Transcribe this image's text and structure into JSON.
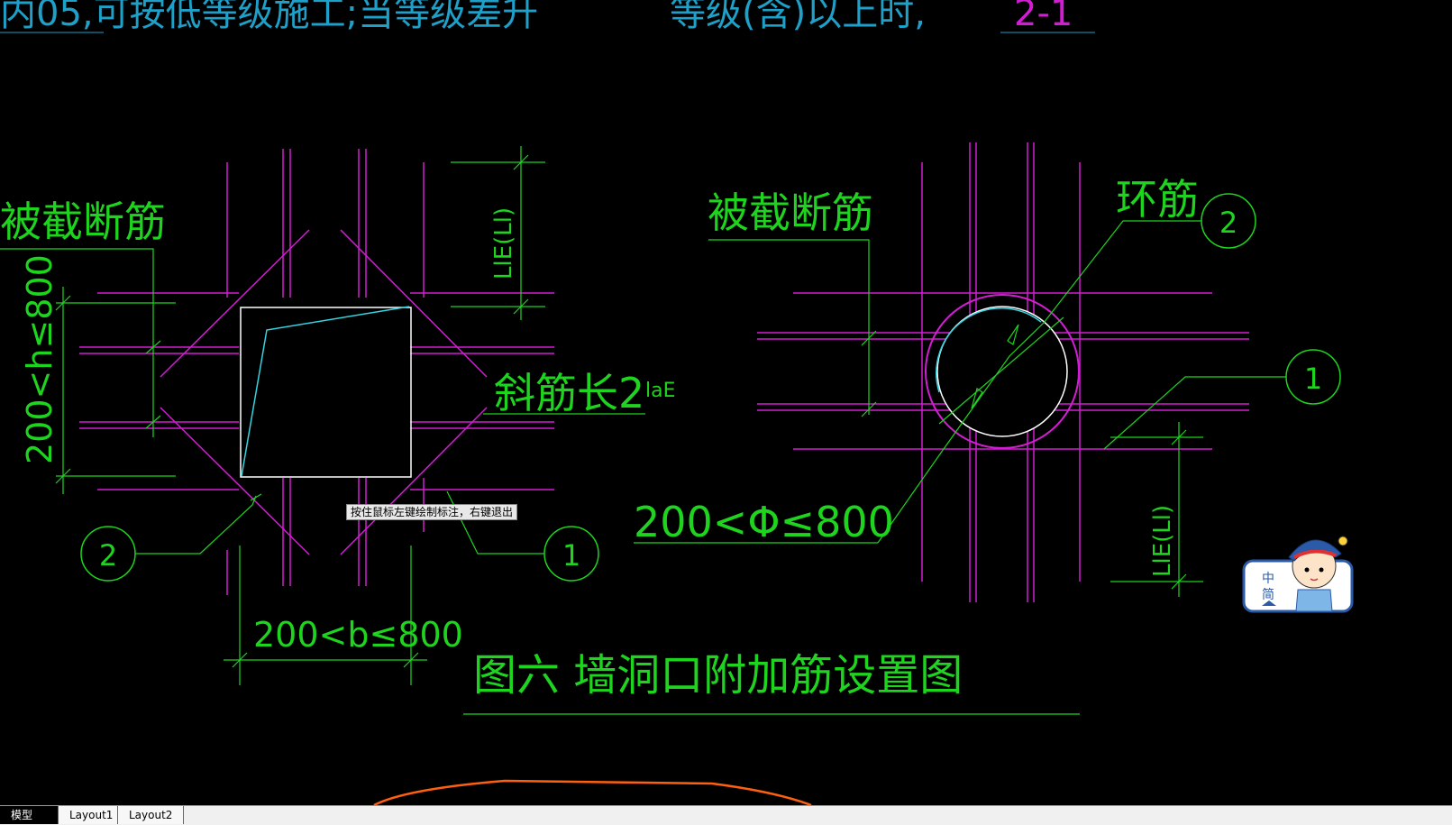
{
  "top_line": {
    "text1": "内05,可按低等级施工;当等级差升",
    "text2": "等级(含)以上时,",
    "text3": "2-1"
  },
  "labels": {
    "cut_bar_left": "被截断筋",
    "cut_bar_right": "被截断筋",
    "ring_bar": "环筋",
    "diagonal_length": "斜筋长2",
    "lae": "laE",
    "lle_top": "LlE(Ll)",
    "lle_right": "LlE(Ll)",
    "h_range": "200<h≤800",
    "b_range": "200<b≤800",
    "phi_range": "200<Φ≤800",
    "callout_1_left": "1",
    "callout_2_left": "2",
    "callout_1_right": "1",
    "callout_2_right": "2",
    "figure_title": "图六  墙洞口附加筋设置图"
  },
  "tooltip": "按住鼠标左键绘制标注，右键退出",
  "tabs": [
    {
      "label": "模型",
      "active": true
    },
    {
      "label": "Layout1",
      "active": false
    },
    {
      "label": "Layout2",
      "active": false
    }
  ],
  "mascot": {
    "chars": [
      "中",
      "简"
    ]
  },
  "colors": {
    "background": "#000000",
    "rebar": "#d21ed2",
    "dimension": "#1ed41e",
    "top_text": "#1ea0c8",
    "cursor": "#34d4e0",
    "arc": "#ff6010",
    "opening": "#ffffff"
  }
}
